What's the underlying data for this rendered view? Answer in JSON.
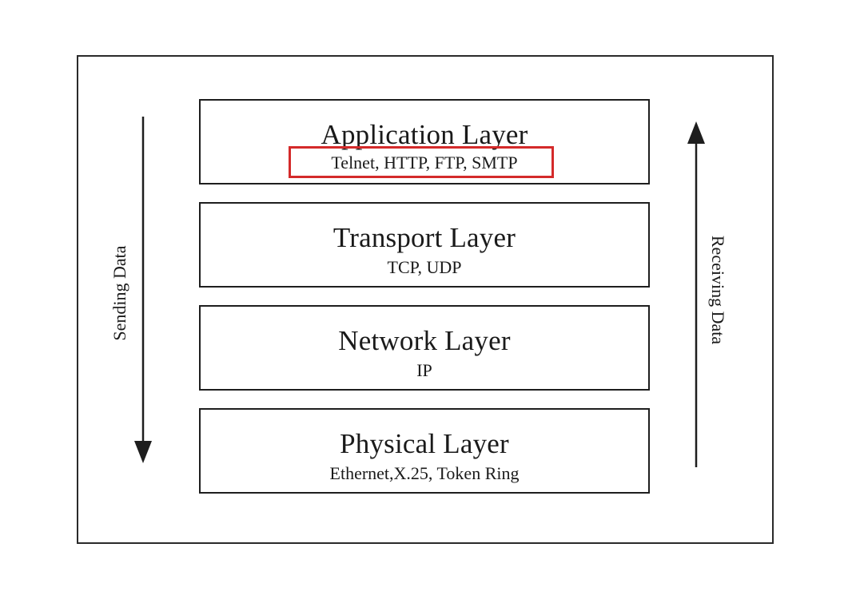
{
  "diagram": {
    "layers": [
      {
        "title": "Application Layer",
        "protocols": "Telnet, HTTP, FTP, SMTP",
        "highlighted": true
      },
      {
        "title": "Transport Layer",
        "protocols": "TCP, UDP",
        "highlighted": false
      },
      {
        "title": "Network Layer",
        "protocols": "IP",
        "highlighted": false
      },
      {
        "title": "Physical Layer",
        "protocols": "Ethernet,X.25, Token Ring",
        "highlighted": false
      }
    ],
    "sending_label": "Sending Data",
    "receiving_label": "Receiving Data",
    "sending_direction": "down",
    "receiving_direction": "up",
    "highlight_color": "#d42a2a",
    "line_color": "#1e1e1e"
  }
}
